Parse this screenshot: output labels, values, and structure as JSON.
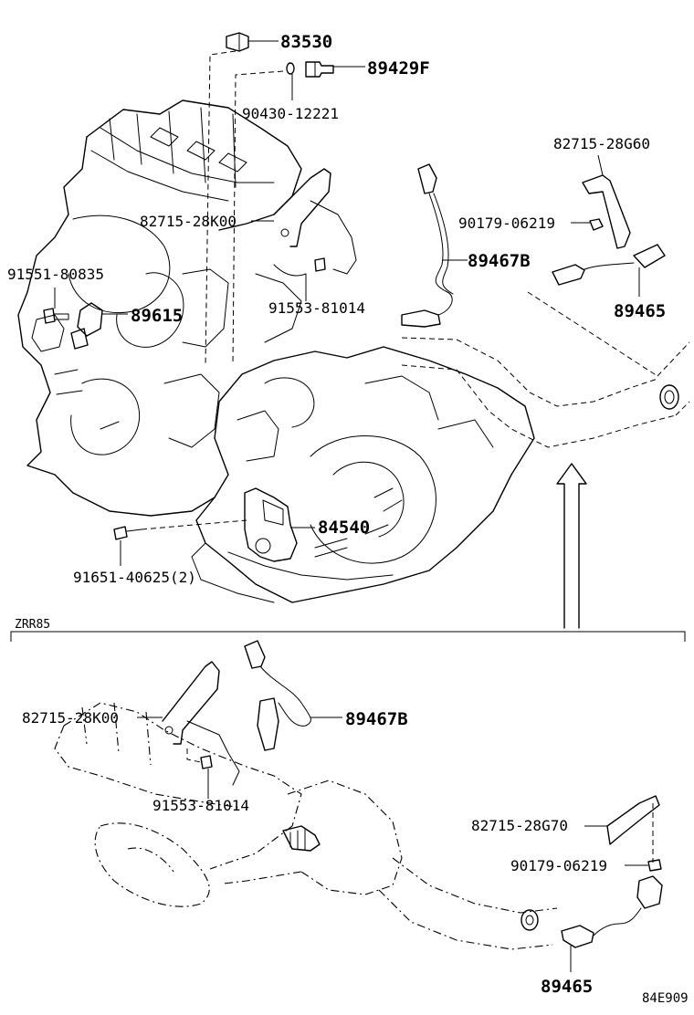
{
  "diagram": {
    "upper_labels": {
      "p83530": "83530",
      "p89429F": "89429F",
      "p90430": "90430-12221",
      "p82715_28G60": "82715-28G60",
      "p82715_28K00": "82715-28K00",
      "p90179_a": "90179-06219",
      "p89467B": "89467B",
      "p91551": "91551-80835",
      "p89615": "89615",
      "p91553": "91553-81014",
      "p89465": "89465",
      "p84540": "84540",
      "p91651": "91651-40625(2)"
    },
    "section_label": "ZRR85",
    "lower_labels": {
      "p82715_28K00": "82715-28K00",
      "p89467B": "89467B",
      "p91553": "91553-81014",
      "p82715_28G70": "82715-28G70",
      "p90179": "90179-06219",
      "p89465": "89465"
    },
    "figure_code": "84E909"
  }
}
